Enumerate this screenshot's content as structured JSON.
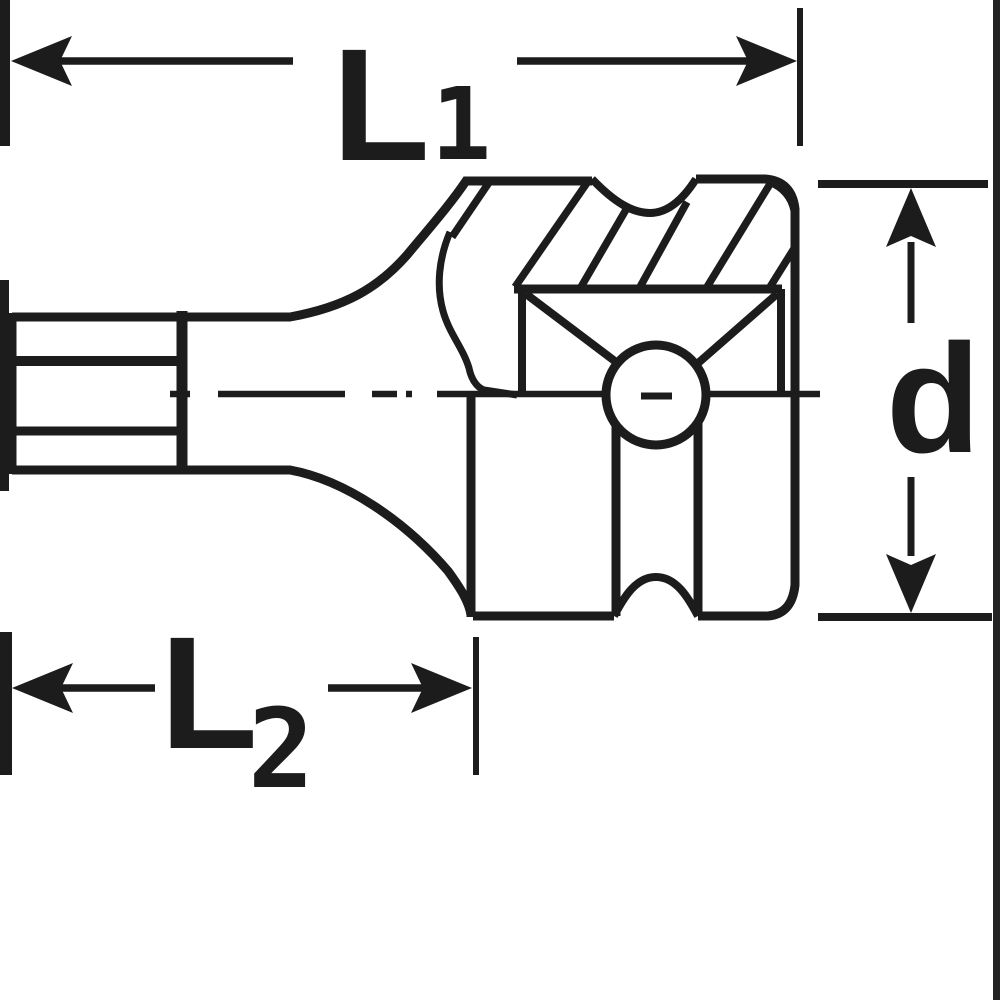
{
  "colors": {
    "ink": "#1c1c1c",
    "paper": "#ffffff",
    "edge": "#232323"
  },
  "labels": {
    "l1": {
      "main": "L",
      "sub": "1"
    },
    "l2": {
      "main": "L",
      "sub": "2"
    },
    "d": {
      "main": "d"
    }
  }
}
